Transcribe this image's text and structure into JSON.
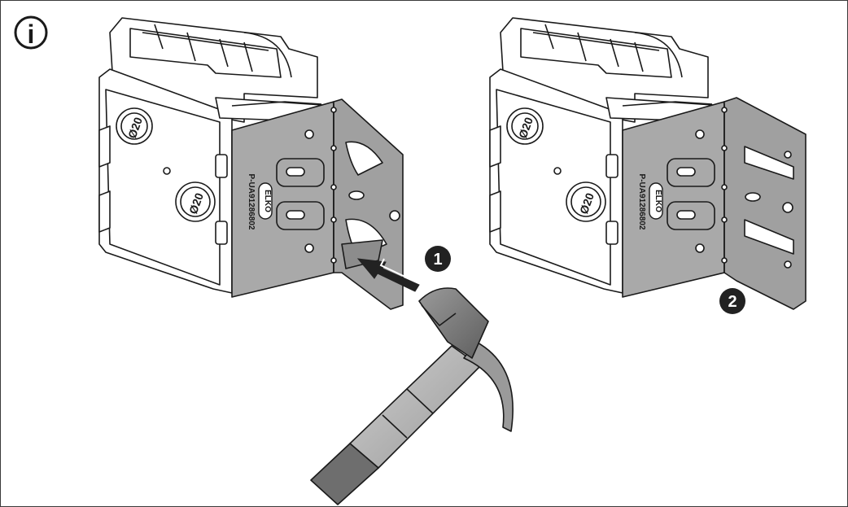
{
  "info_icon": {
    "glyph": "i",
    "icon": "info-icon"
  },
  "left_box": {
    "dia_top": "Ø20",
    "dia_bottom": "Ø20",
    "part_number": "P-UA91286802",
    "brand": "ELKO"
  },
  "right_box": {
    "dia_top": "Ø20",
    "dia_bottom": "Ø20",
    "part_number": "P-UA91286802",
    "brand": "ELKO"
  },
  "steps": [
    {
      "label": "1"
    },
    {
      "label": "2"
    }
  ],
  "colors": {
    "plate": "#a9a9a9",
    "plate_dark": "#8c8c8c",
    "outline": "#1a1a1a",
    "step_badge": "#222222",
    "hammer_dark": "#6e6e6e",
    "hammer_light": "#bdbdbd"
  }
}
